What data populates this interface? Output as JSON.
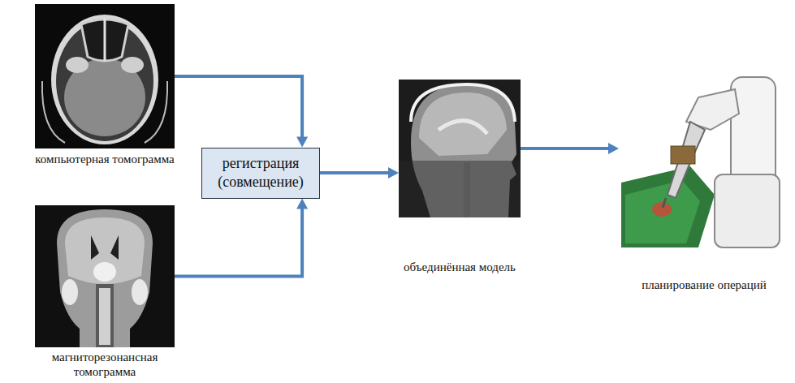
{
  "diagram": {
    "nodes": [
      {
        "text": [
          "компьютерная томограмма"
        ]
      },
      {
        "text": [
          "магниторезонансная томограмма"
        ]
      },
      {
        "text": [
          "регистрация (совмещение)"
        ]
      },
      {
        "text": [
          "объединённая модель"
        ]
      },
      {
        "text": [
          "планирование операций"
        ]
      }
    ],
    "edges": [
      {
        "from": 0,
        "to": 2,
        "arrow": "to"
      },
      {
        "from": 1,
        "to": 2,
        "arrow": "to"
      },
      {
        "from": 2,
        "to": 3,
        "arrow": "to"
      },
      {
        "from": 3,
        "to": 4,
        "arrow": "to"
      }
    ]
  }
}
